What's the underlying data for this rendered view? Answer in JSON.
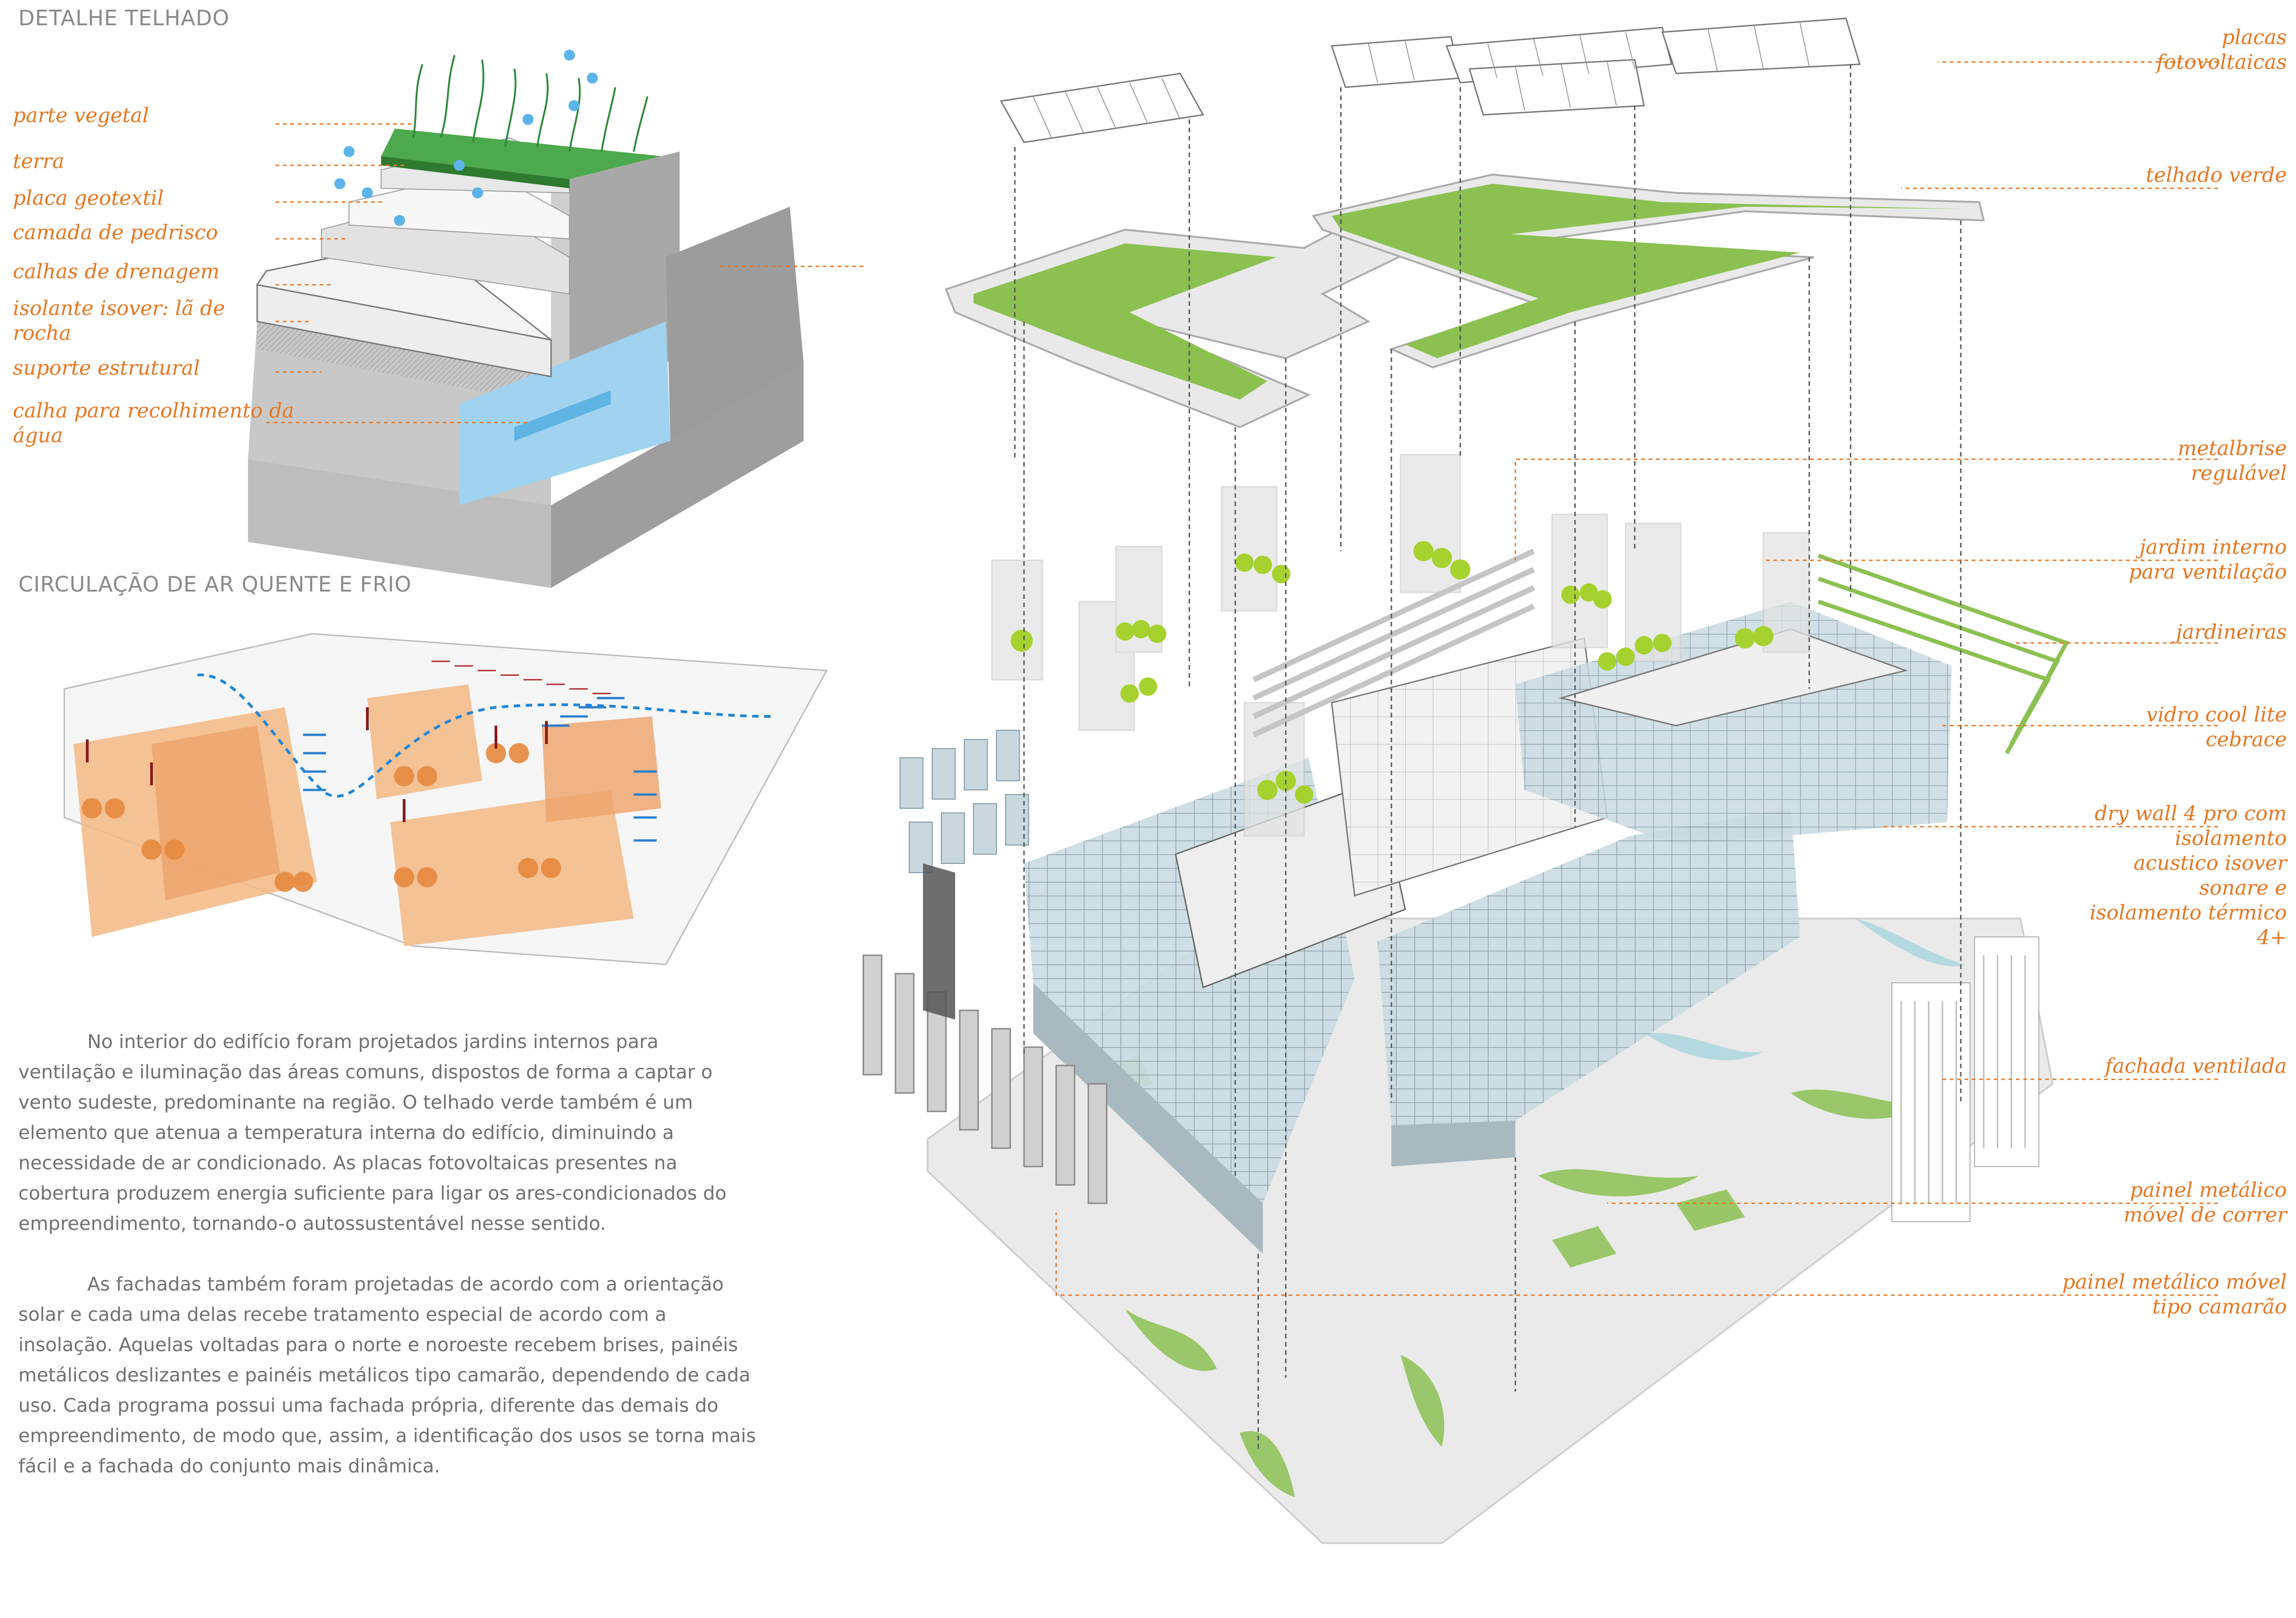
{
  "headings": {
    "roof_detail": "DETALHE TELHADO",
    "air_circulation": "CIRCULAÇÃO DE AR QUENTE E FRIO"
  },
  "roof_layers": [
    "parte vegetal",
    "terra",
    "placa geotextil",
    "camada de pedrisco",
    "calhas de drenagem",
    "isolante isover: lã de rocha",
    "suporte estrutural",
    "calha para recolhimento da água"
  ],
  "building_labels": {
    "pv": "placas fotovoltaicas",
    "green_roof": "telhado verde",
    "brise": "metalbrise regulável",
    "garden": "jardim interno para ventilação",
    "planters": "jardineiras",
    "glass": "vidro cool lite cebrace",
    "drywall": "dry wall 4 pro com isolamento acustico isover sonare e isolamento térmico 4+",
    "facade": "fachada ventilada",
    "sliding": "painel metálico móvel de correr",
    "shrimp": "painel metálico móvel tipo camarão"
  },
  "paragraphs": [
    "No interior do edifício foram projetados jardins internos para ventilação e iluminação das áreas comuns, dispostos de forma a captar o vento sudeste, predominante na região.  O telhado verde também é um elemento que atenua a temperatura interna do edifício, diminuindo a necessidade de ar condicionado. As placas fotovoltaicas presentes na cobertura produzem energia suficiente para ligar os ares-condicionados do empreendimento, tornando-o  autossustentável nesse sentido.",
    "As fachadas também foram projetadas de acordo com a orientação solar e cada uma delas recebe tratamento especial de acordo com a insolação. Aquelas voltadas para o norte e noroeste recebem brises, painéis metálicos deslizantes e painéis metálicos tipo camarão, dependendo de cada uso. Cada programa possui uma fachada própria, diferente das demais do empreendimento, de modo que, assim, a identificação dos usos se torna mais fácil e a fachada do conjunto mais dinâmica."
  ],
  "colors": {
    "accent": "#e87722",
    "green": "#8cc152",
    "heading": "#8a8a8a",
    "text": "#707070"
  }
}
